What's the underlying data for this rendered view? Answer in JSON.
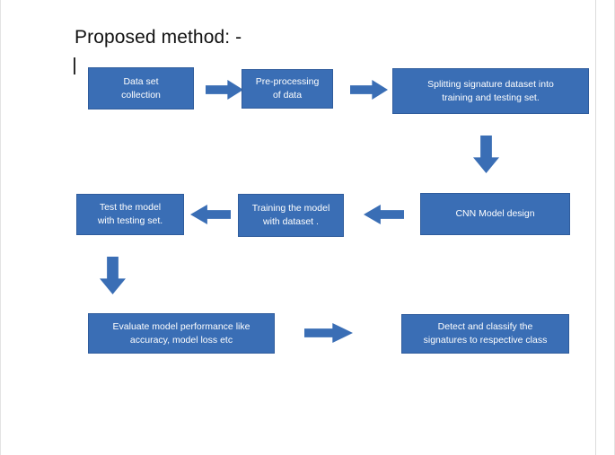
{
  "document": {
    "title_text": "Proposed method: -"
  },
  "flowchart": {
    "nodes": [
      {
        "id": "data-set-collection",
        "label": "Data set\ncollection"
      },
      {
        "id": "pre-processing-of-data",
        "label": "Pre-processing\nof data"
      },
      {
        "id": "splitting-dataset",
        "label": "Splitting signature dataset into\ntraining and testing set."
      },
      {
        "id": "cnn-model-design",
        "label": "CNN Model design"
      },
      {
        "id": "training-the-model",
        "label": "Training the model\nwith dataset ."
      },
      {
        "id": "test-the-model",
        "label": "Test the model\nwith testing set."
      },
      {
        "id": "evaluate-model",
        "label": "Evaluate model performance like\naccuracy, model loss etc"
      },
      {
        "id": "detect-and-classify",
        "label": "Detect and classify the\nsignatures to respective class"
      }
    ],
    "connectors": [
      {
        "id": "arrow-collection-to-preprocessing",
        "direction": "right"
      },
      {
        "id": "arrow-preprocessing-to-splitting",
        "direction": "right"
      },
      {
        "id": "arrow-splitting-to-cnn",
        "direction": "down"
      },
      {
        "id": "arrow-cnn-to-training",
        "direction": "left"
      },
      {
        "id": "arrow-training-to-test",
        "direction": "left"
      },
      {
        "id": "arrow-test-to-evaluate",
        "direction": "down"
      },
      {
        "id": "arrow-evaluate-to-detect",
        "direction": "right"
      }
    ],
    "colors": {
      "node_fill": "#3a6eb5",
      "node_border": "#2f5c9c",
      "node_text": "#ffffff",
      "arrow_fill": "#3a6eb5",
      "page_background": "#ffffff"
    }
  }
}
